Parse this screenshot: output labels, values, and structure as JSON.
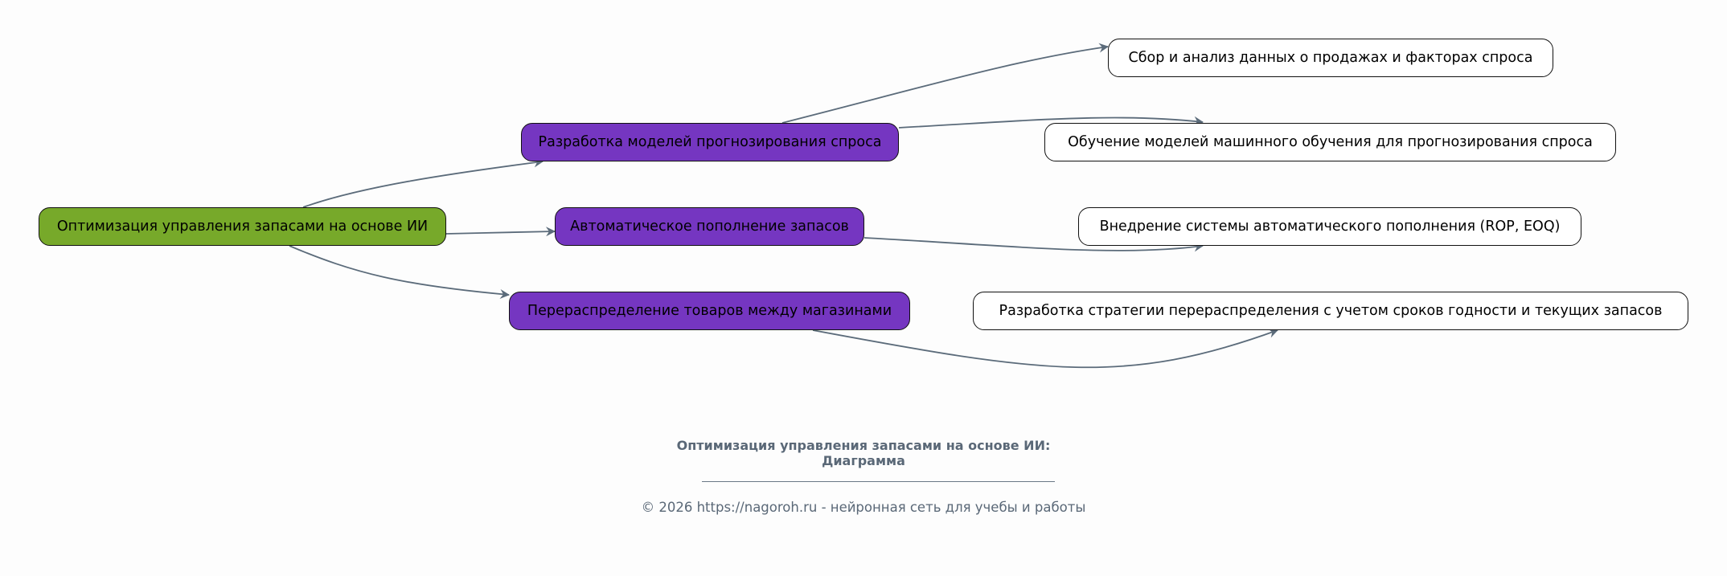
{
  "diagram": {
    "root": {
      "label": "Оптимизация управления запасами на основе ИИ"
    },
    "branches": [
      {
        "label": "Разработка моделей прогнозирования спроса",
        "children": [
          "Сбор и анализ данных о продажах и факторах спроса",
          "Обучение моделей машинного обучения для прогнозирования спроса"
        ]
      },
      {
        "label": "Автоматическое пополнение запасов",
        "children": [
          "Внедрение системы автоматического пополнения (ROP, EOQ)"
        ]
      },
      {
        "label": "Перераспределение товаров между магазинами",
        "children": [
          "Разработка стратегии перераспределения с учетом сроков годности и текущих запасов"
        ]
      }
    ],
    "colors": {
      "root": "#77a92a",
      "branch": "#7536c1",
      "leaf": "#ffffff",
      "edge": "#5b6b7a"
    }
  },
  "caption": {
    "title_line1": "Оптимизация управления запасами на основе ИИ:",
    "title_line2": "Диаграмма",
    "footer": "© 2026 https://nagoroh.ru - нейронная сеть для учебы и работы"
  }
}
